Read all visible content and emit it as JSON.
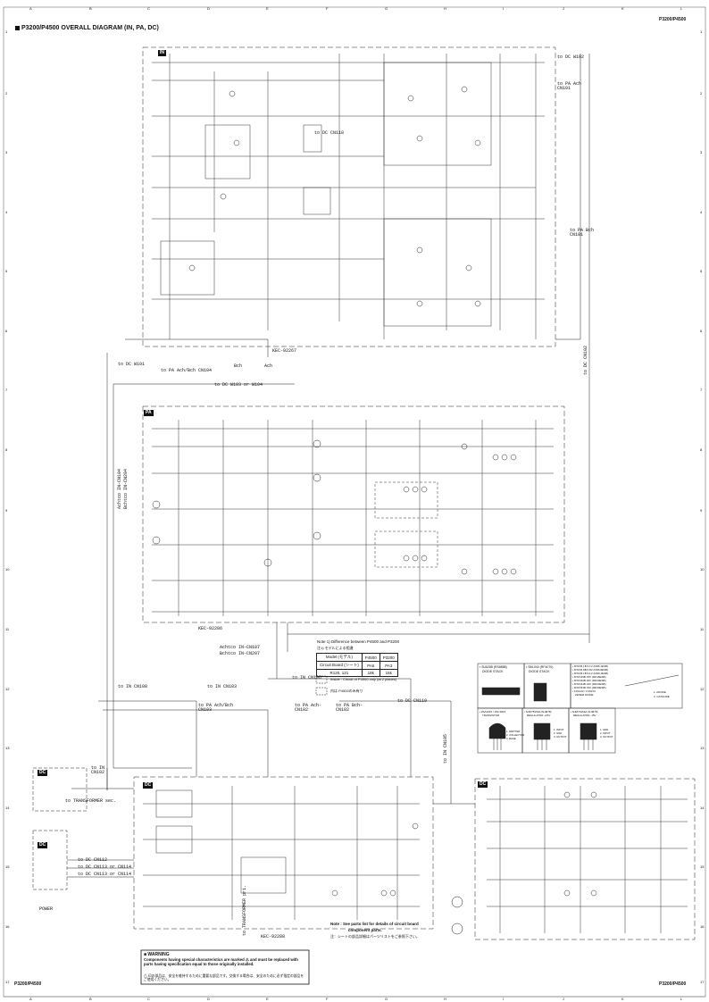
{
  "page": {
    "header_right": "P3200/P4500",
    "title": "P3200/P4500 OVERALL DIAGRAM (IN, PA, DC)",
    "footer_left": "P3200/P4500",
    "footer_right": "P3200/P4500"
  },
  "grid": {
    "columns": [
      "A",
      "B",
      "C",
      "D",
      "E",
      "F",
      "G",
      "H",
      "I",
      "J",
      "K",
      "L"
    ],
    "rows": [
      "1",
      "2",
      "3",
      "4",
      "5",
      "6",
      "7",
      "8",
      "9",
      "10",
      "11",
      "12",
      "13",
      "14",
      "15",
      "16",
      "17"
    ]
  },
  "blocks": {
    "in": "IN",
    "pa": "PA",
    "dc_main": "DC",
    "dc_ach": "DC",
    "dc_small1": "DC",
    "dc_small2": "DC"
  },
  "labels": {
    "to_dc_w102": "to DC W102",
    "to_pa_ach_cn101": "to PA Ach CN101",
    "to_dc_cn118": "to DC CN118",
    "to_pa_bch_cn101": "to PA Bch CN101",
    "kec_92267": "KEC-92267",
    "to_dc_w101": "to DC W101",
    "bch": "Bch",
    "ach": "Ach",
    "to_pa_ach_bch_cn104": "to PA Ach/Bch CN104",
    "to_dc_cn102": "to DC CN102",
    "to_dc_w103_w104": "to DC W103 or W104",
    "ach_in_cn104": "Achtco IN-CN104",
    "bch_in_cn204": "Bchtco IN-CN204",
    "kec_92286": "KEC-92286",
    "ach_in_cn107": "Achtco IN-CN107",
    "bch_in_cn207": "Bchtco IN-CN207",
    "to_in_cn108": "to IN CN108",
    "to_in_cn103": "to IN CN103",
    "to_in_cn106": "to IN CN106",
    "to_pa_ach_bch_cn103": "to PA Ach/Bch CN103",
    "to_pa_ach_cn102": "to PA Ach-CN102",
    "to_pa_bch_cn102": "to PA Bch-CN102",
    "to_dc_cn119": "to DC CN119",
    "to_in_cn102": "to IN CN102",
    "to_transformer_sec": "to TRANSFORMER sec.",
    "to_dc_cn112": "to DC CN112",
    "to_dc_cn113_cn114": "to DC CN113 or CN114",
    "to_dc_cn113_cn114b": "to DC CN113 or CN114",
    "power": "POWER",
    "to_transformer_pri": "to TRANSFORMER pri.",
    "kec_92288": "KEC-92288",
    "to_in_cn105": "to IN CN105"
  },
  "note_table": {
    "title": "Note 1) Difference between P4500 and P3200",
    "title_jp": "注1) モデルによる相違",
    "header": [
      "Model (モデル)",
      "P4500",
      "P3200"
    ],
    "rows": [
      [
        "Circuit Board (シート)",
        "PA5",
        "PA3"
      ],
      [
        "R120, 121",
        "18k",
        "15k"
      ]
    ],
    "legend1": "Inside : Circuit of P4500 only (at 2 places)",
    "legend2": "内は P4500のみ有り"
  },
  "components": {
    "c1_title": "• SU6288 (RS8888)",
    "c1_sub": "DIODE STACK",
    "c2_title": "• SBL040 (RF4070)",
    "c2_sub": "DIODE STACK",
    "c3_lines": [
      "• MTZJ5.1B 5.1V (RD5.1ESB)",
      "• MTZJ6.8B 6.8V (RD6.8ESB)",
      "• MTZJ9.1B 9.1V (RD9.1ESB)",
      "• MTZJ15B 15V (RD15ESB)",
      "• MTZJ20B 20V (RD20ESB)",
      "• MTZJ24B 24V (RD24ESB)",
      "• MTZJ33B 33V (RD33ESB)",
      "• 1SS133 / 1SS270",
      "ZENER DIODE"
    ],
    "c3_pins": [
      "1. ANODE",
      "2. CATHODE"
    ],
    "c4_title": "• 2SA1015 / 2SC1815",
    "c4_sub": "TRANSISTOR",
    "c4_pins": [
      "1. EMITTER",
      "2. COLLECTOR",
      "3. BASE"
    ],
    "c5_title": "• NJM7815FA (NJM78)",
    "c5_sub": "REGULATOR +15V",
    "c5_pins": [
      "1. INPUT",
      "2. GND",
      "3. OUTPUT"
    ],
    "c6_title": "• NJM7915FA (NJM79)",
    "c6_sub": "REGULATOR -15V",
    "c6_pins": [
      "1. GND",
      "2. INPUT",
      "3. OUTPUT"
    ]
  },
  "note2": {
    "line1": "Note : See parts list for details of circuit board",
    "line2": "component parts.",
    "line3": "注：シートの部品詳細はパーツリストをご参照下さい。"
  },
  "warning": {
    "head": "WARNING",
    "body": "Components having special characteristics are marked ⚠ and must be replaced with parts having specification equal to those originally installed.",
    "jp": "⚠ 印の部品は、安全を維持するために重要な部品です。交換する場合は、安全のために必ず指定の部品をご使用ください。"
  }
}
